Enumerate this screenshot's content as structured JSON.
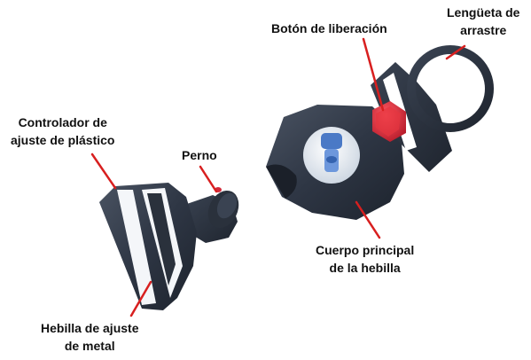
{
  "labels": {
    "release_button": [
      "Botón de liberación"
    ],
    "pull_tab": [
      "Lengüeta de",
      "arrastre"
    ],
    "plastic_adjuster": [
      "Controlador de",
      "ajuste de plástico"
    ],
    "pin": [
      "Perno"
    ],
    "main_body": [
      "Cuerpo principal",
      "de la hebilla"
    ],
    "metal_buckle": [
      "Hebilla de ajuste",
      "de metal"
    ]
  },
  "colors": {
    "leader_line": "#d81f1f",
    "body": "#2c3441",
    "release_button": "#d42a3a",
    "center_disc": "#e8edf3",
    "center_knob": "#4a79c6"
  }
}
